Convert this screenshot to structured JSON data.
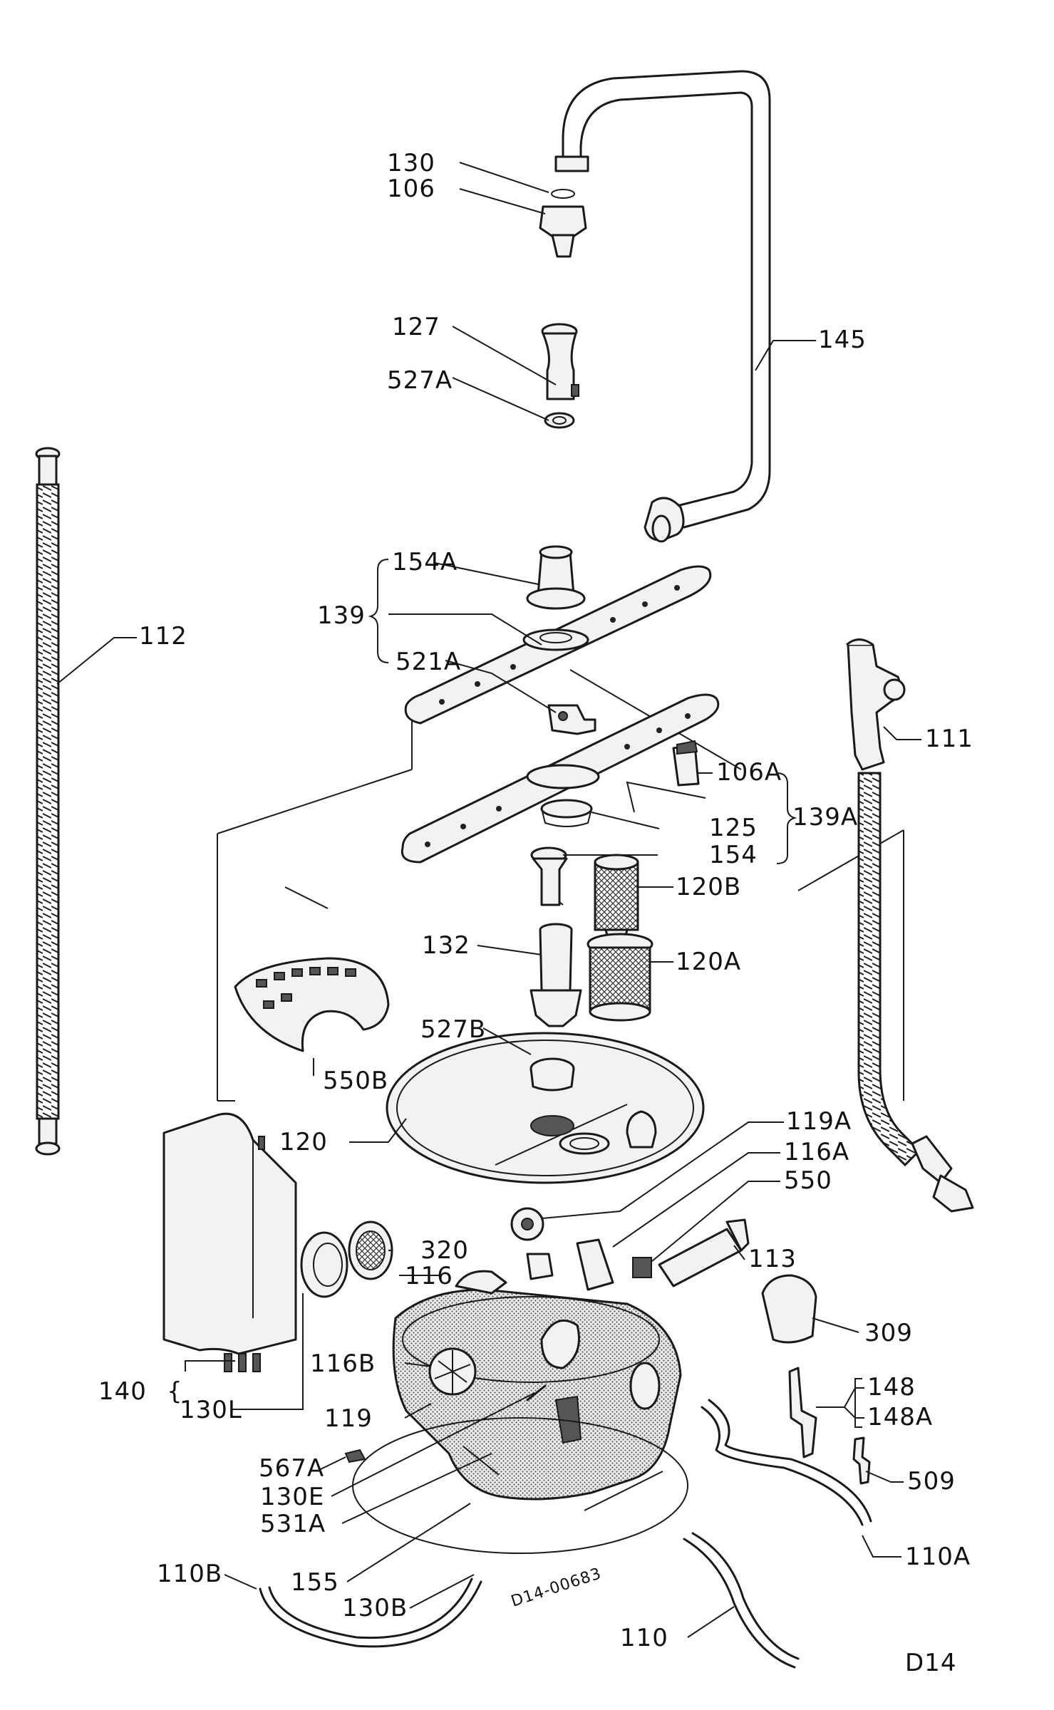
{
  "diagram_code": "D14",
  "drawing_ref": "D14-00683",
  "labels": {
    "l130": "130",
    "l106": "106",
    "l127": "127",
    "l527a": "527A",
    "l145": "145",
    "l112": "112",
    "l154a": "154A",
    "l139": "139",
    "l521a": "521A",
    "l111": "111",
    "l106a": "106A",
    "l139a": "139A",
    "l125": "125",
    "l154": "154",
    "l120b": "120B",
    "l132": "132",
    "l120a": "120A",
    "l527b": "527B",
    "l550b": "550B",
    "l120": "120",
    "l119a": "119A",
    "l116a": "116A",
    "l550": "550",
    "l320": "320",
    "l116": "116",
    "l113": "113",
    "l309": "309",
    "l116b": "116B",
    "l140": "140",
    "l130l": "130L",
    "l119": "119",
    "l148": "148",
    "l148a": "148A",
    "l567a": "567A",
    "l509": "509",
    "l130e": "130E",
    "l531a": "531A",
    "l110b": "110B",
    "l155": "155",
    "l130b": "130B",
    "l110a": "110A",
    "l110": "110"
  }
}
